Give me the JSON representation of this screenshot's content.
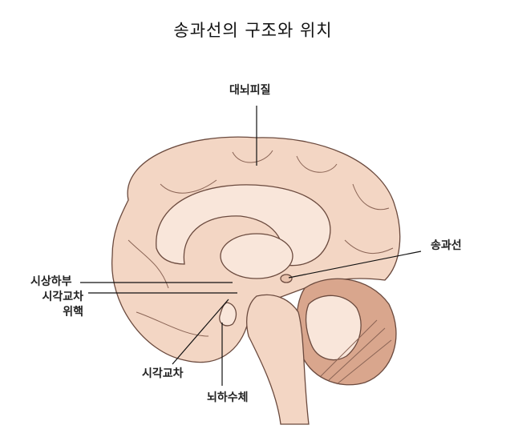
{
  "title": "송과선의 구조와 위치",
  "labels": {
    "cortex": "대뇌피질",
    "pineal": "송과선",
    "hypothalamus": "시상하부",
    "scn_line1": "시각교차",
    "scn_line2": "위핵",
    "chiasm": "시각교차",
    "pituitary": "뇌하수체"
  },
  "colors": {
    "tissue": "#f3d6c4",
    "tissue_light": "#f9e6da",
    "outline": "#6b4a3e",
    "cerebellum_dark": "#c9957e"
  }
}
